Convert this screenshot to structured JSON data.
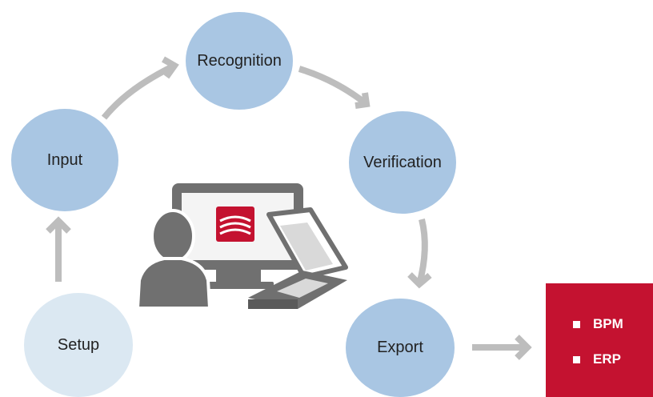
{
  "nodes": {
    "recognition": "Recognition",
    "verification": "Verification",
    "input": "Input",
    "export": "Export",
    "setup": "Setup"
  },
  "outputs": [
    "BPM",
    "ERP"
  ],
  "colors": {
    "node_fill": "#a9c6e3",
    "setup_fill": "#dbe8f2",
    "arrow": "#bdbdbd",
    "output_box": "#c41230",
    "device_gray": "#707070",
    "logo_red": "#c41230"
  },
  "icons": [
    "person-icon",
    "monitor-icon",
    "scanner-icon",
    "app-logo-icon",
    "arrow-icon"
  ]
}
